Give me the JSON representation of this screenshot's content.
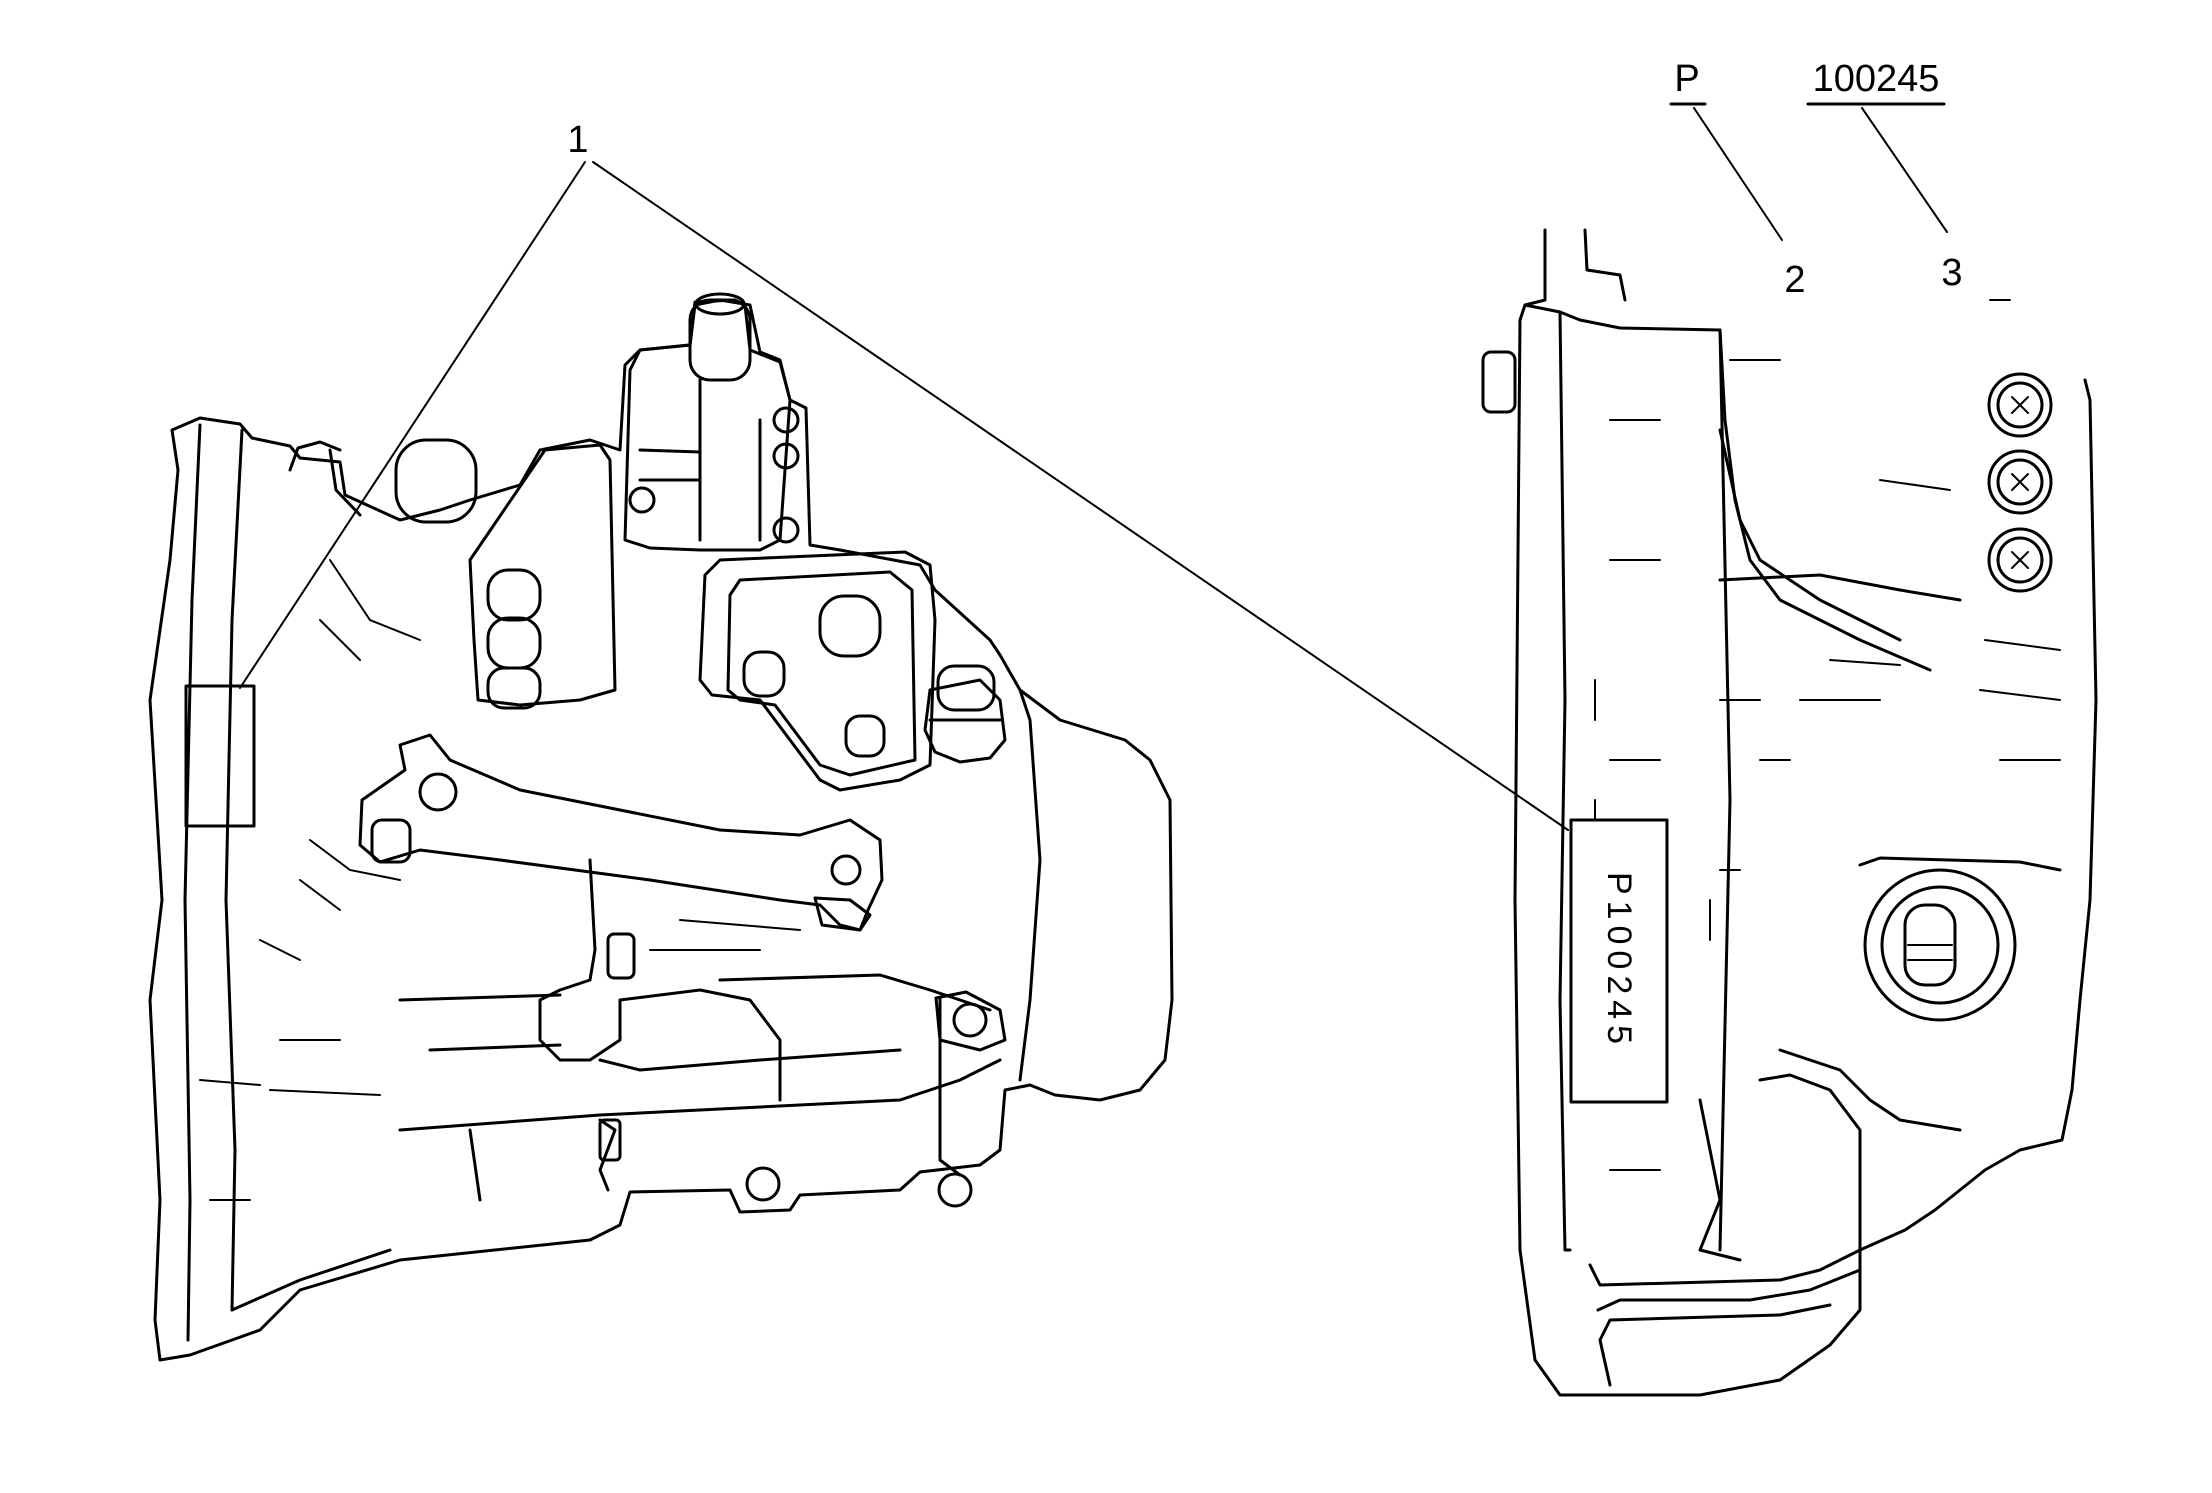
{
  "callouts": {
    "one": "1",
    "two": "2",
    "three": "3"
  },
  "code": {
    "prefix": "P",
    "number": "100245"
  },
  "label_plate": {
    "text": "P100245"
  }
}
